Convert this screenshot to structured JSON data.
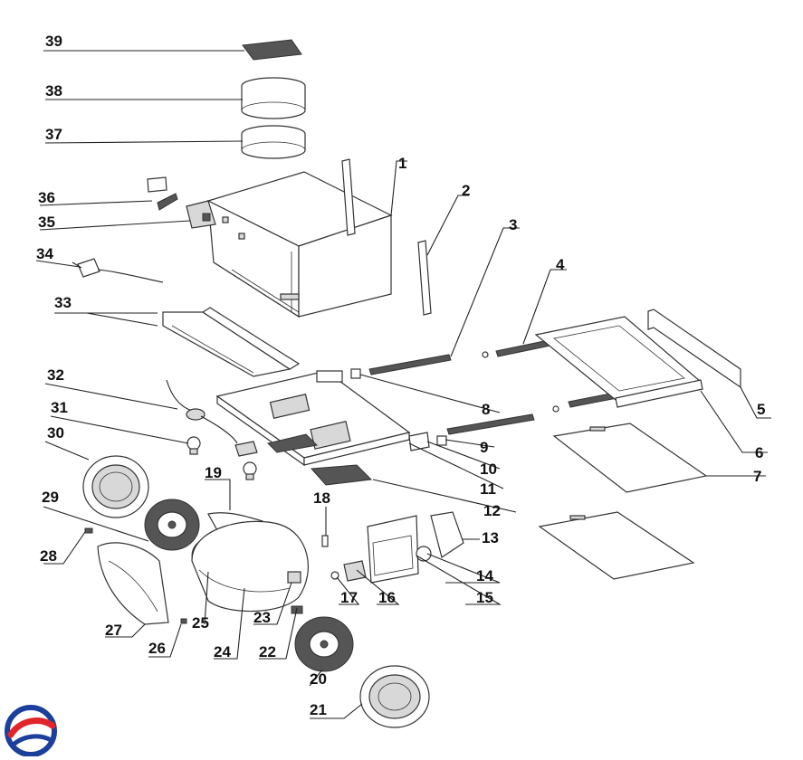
{
  "diagram": {
    "part_labels": [
      "1",
      "2",
      "3",
      "4",
      "5",
      "6",
      "7",
      "8",
      "9",
      "10",
      "11",
      "12",
      "13",
      "14",
      "15",
      "16",
      "17",
      "18",
      "19",
      "20",
      "21",
      "22",
      "23",
      "24",
      "25",
      "26",
      "27",
      "28",
      "29",
      "30",
      "31",
      "32",
      "33",
      "34",
      "35",
      "36",
      "37",
      "38",
      "39"
    ]
  },
  "colors": {
    "line": "#222222",
    "logo_blue": "#1c3f9c",
    "logo_red": "#e0262b"
  }
}
